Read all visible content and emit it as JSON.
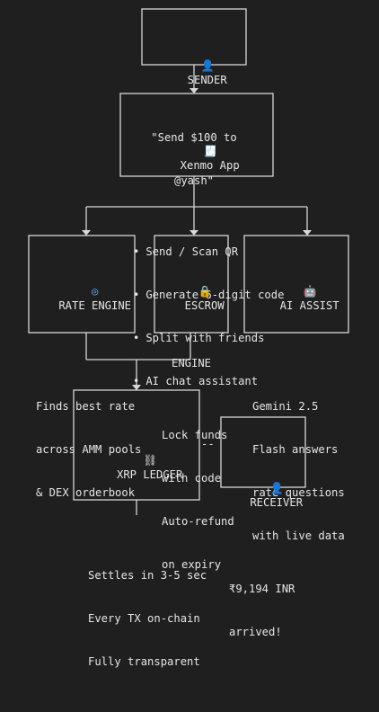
{
  "sender": {
    "icon": "person-icon",
    "icon_glyph": "👤",
    "title": "SENDER",
    "message_lines": [
      "\"Send $100 to",
      "@yash\""
    ]
  },
  "app": {
    "icon": "receipt-icon",
    "icon_glyph": "🧾",
    "title": "Xenmo App",
    "features": [
      "Send / Scan QR",
      "Generate 6-digit code",
      "Split with friends",
      "AI chat assistant"
    ]
  },
  "rate_engine": {
    "icon": "cycle-icon",
    "icon_glyph": "◎",
    "title": "RATE ENGINE",
    "lines": [
      "Finds best rate",
      "across AMM pools",
      "& DEX orderbook"
    ]
  },
  "escrow_engine": {
    "icon": "lock-icon",
    "icon_glyph": "🔒",
    "title_lines": [
      "ESCROW",
      "ENGINE"
    ],
    "lines": [
      "Lock funds",
      "with code",
      "Auto-refund",
      "on expiry"
    ]
  },
  "ai_assist": {
    "icon": "robot-icon",
    "icon_glyph": "🤖",
    "title": "AI ASSIST",
    "lines": [
      "Gemini 2.5",
      "Flash answers",
      "rate questions",
      "with live data"
    ]
  },
  "ledger": {
    "icon": "chain-icon",
    "icon_glyph": "⛓",
    "title": "XRP LEDGER",
    "lines": [
      "Settles in 3-5 sec",
      "Every TX on-chain",
      "Fully transparent"
    ]
  },
  "receiver": {
    "icon": "person-icon",
    "icon_glyph": "👤",
    "title": "RECEIVER",
    "lines": [
      "₹9,194 INR",
      "arrived!"
    ]
  },
  "connector_dash": "--"
}
